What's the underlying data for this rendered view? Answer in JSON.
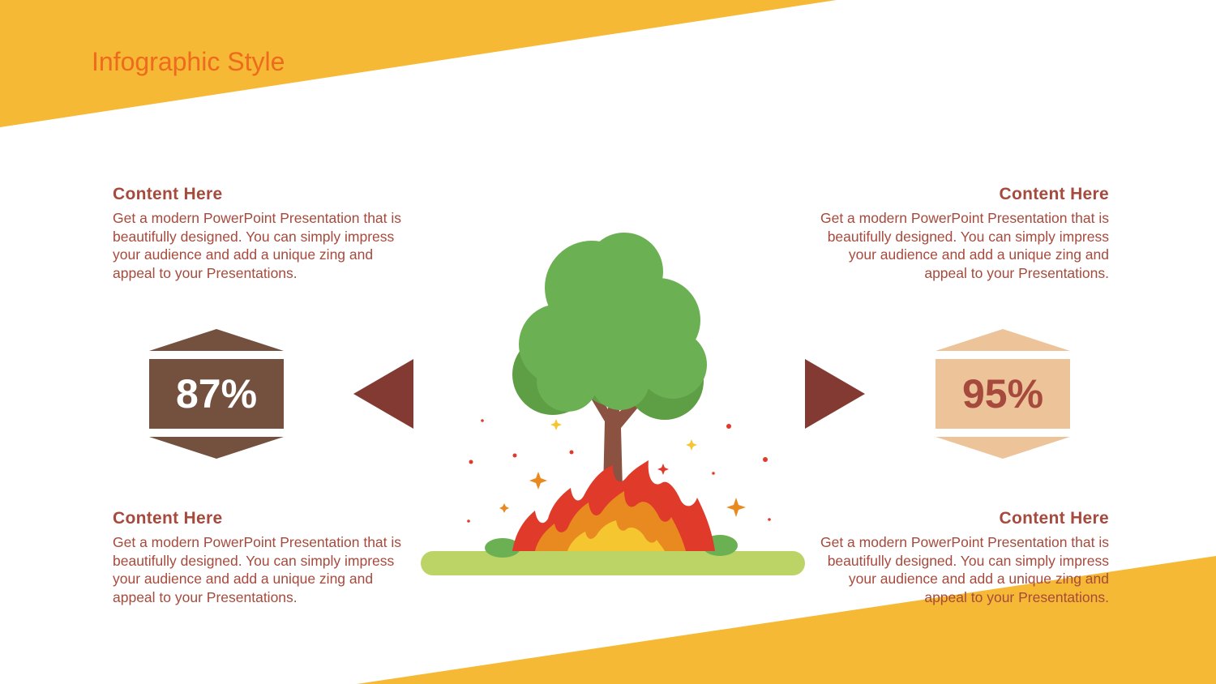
{
  "slide": {
    "title": "Infographic Style"
  },
  "blocks": {
    "top_left": {
      "heading": "Content  Here",
      "body": "Get a modern PowerPoint  Presentation that is beautifully designed. You can simply impress your audience and add a unique zing and appeal to your Presentations."
    },
    "top_right": {
      "heading": "Content  Here",
      "body": "Get a modern PowerPoint  Presentation that is beautifully designed. You can simply impress your audience and add a unique zing and appeal to your Presentations."
    },
    "bottom_left": {
      "heading": "Content  Here",
      "body": "Get a modern PowerPoint  Presentation that is beautifully designed. You can simply impress your audience and add a unique zing and appeal to your Presentations."
    },
    "bottom_right": {
      "heading": "Content  Here",
      "body": "Get a modern PowerPoint  Presentation that is beautifully designed. You can simply impress your audience and add a unique zing and appeal to your Presentations."
    }
  },
  "stats": {
    "left": {
      "value": "87%"
    },
    "right": {
      "value": "95%"
    }
  },
  "icons": [
    "left-arrow-icon",
    "right-arrow-icon",
    "tree-on-fire-icon"
  ],
  "colors": {
    "accent_yellow": "#F6B935",
    "title_orange": "#EE6A1C",
    "text_red_brown": "#A64A3D",
    "badge_brown": "#74503F",
    "badge_peach": "#EDC39A",
    "arrow_maroon": "#833A32",
    "tree_green": "#6BB052",
    "trunk_brown": "#8B5141",
    "fire_red": "#E03A2A",
    "fire_orange": "#E88A20",
    "fire_yellow": "#F5C630",
    "ground_green": "#BCD465"
  }
}
